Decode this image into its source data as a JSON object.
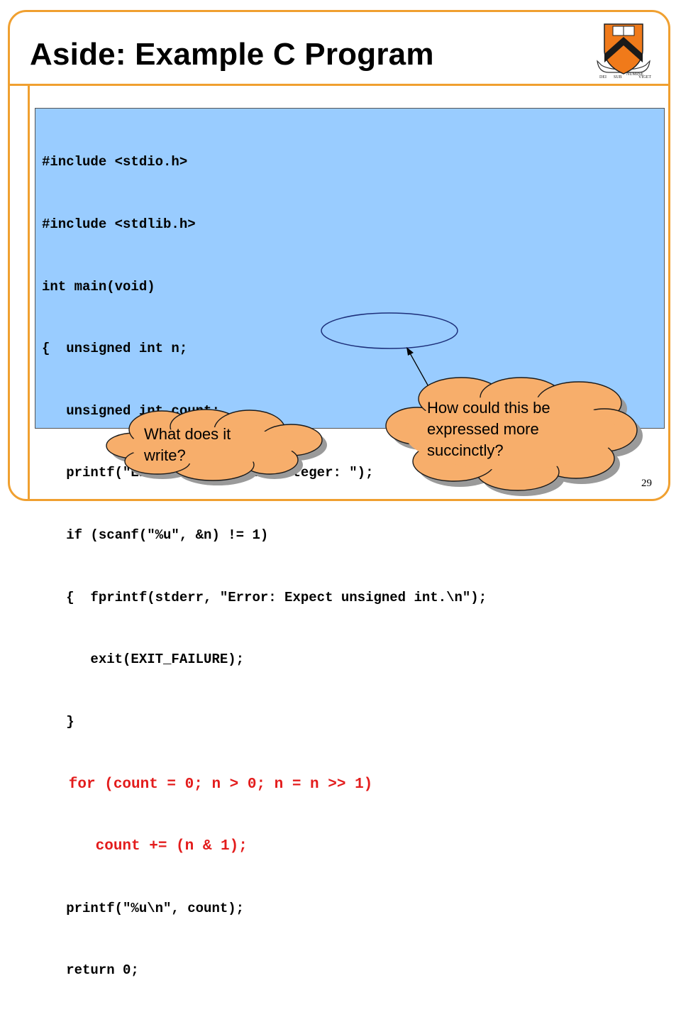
{
  "slide": {
    "title": "Aside: Example C Program",
    "page_number": "29"
  },
  "code": {
    "lines": [
      {
        "text": "#include <stdio.h>",
        "highlight": false
      },
      {
        "text": "#include <stdlib.h>",
        "highlight": false
      },
      {
        "text": "int main(void)",
        "highlight": false
      },
      {
        "text": "{  unsigned int n;",
        "highlight": false
      },
      {
        "text": "   unsigned int count;",
        "highlight": false
      },
      {
        "text": "   printf(\"Enter an unsigned integer: \");",
        "highlight": false
      },
      {
        "text": "   if (scanf(\"%u\", &n) != 1)",
        "highlight": false
      },
      {
        "text": "   {  fprintf(stderr, \"Error: Expect unsigned int.\\n\");",
        "highlight": false
      },
      {
        "text": "      exit(EXIT_FAILURE);",
        "highlight": false
      },
      {
        "text": "   }",
        "highlight": false
      },
      {
        "text": "   for (count = 0; n > 0; n = n >> 1)",
        "highlight": true
      },
      {
        "text": "      count += (n & 1);",
        "highlight": true
      },
      {
        "text": "   printf(\"%u\\n\", count);",
        "highlight": false
      },
      {
        "text": "   return 0;",
        "highlight": false
      },
      {
        "text": "}",
        "highlight": false
      }
    ],
    "background": "#99ccff",
    "highlight_color": "#e31c1c"
  },
  "callouts": {
    "left_bubble": {
      "text": "What does it write?"
    },
    "right_bubble": {
      "text": "How could this be expressed more succinctly?"
    },
    "fill": "#f7ae6b"
  },
  "logo": {
    "icon": "princeton-shield-icon",
    "motto": [
      "DEI",
      "SUB",
      "NUMINE",
      "VIGET"
    ]
  },
  "colors": {
    "accent": "#f0a030"
  }
}
